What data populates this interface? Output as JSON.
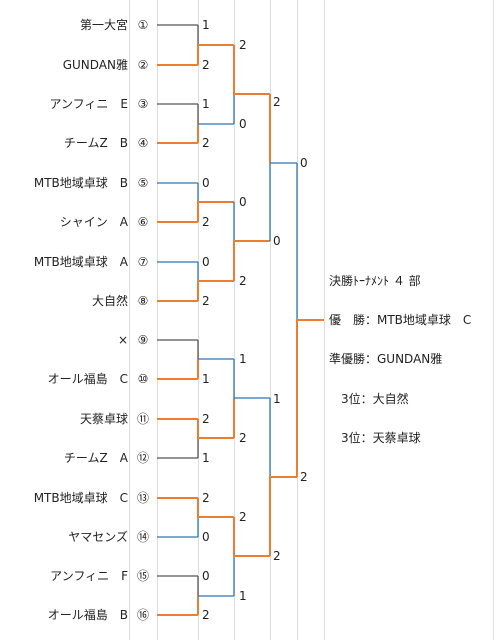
{
  "colors": {
    "win": "#ed7d31",
    "lose": "#2e75b6",
    "neutral": "#555555",
    "grid": "#dddddd"
  },
  "teams": [
    {
      "name": "第一大宮",
      "seed": "①"
    },
    {
      "name": "GUNDAN雅",
      "seed": "②"
    },
    {
      "name": "アンフィニ　E",
      "seed": "③"
    },
    {
      "name": "チームZ　B",
      "seed": "④"
    },
    {
      "name": "MTB地域卓球　B",
      "seed": "⑤"
    },
    {
      "name": "シャイン　A",
      "seed": "⑥"
    },
    {
      "name": "MTB地域卓球　A",
      "seed": "⑦"
    },
    {
      "name": "大自然",
      "seed": "⑧"
    },
    {
      "name": "×",
      "seed": "⑨"
    },
    {
      "name": "オール福島　C",
      "seed": "⑩"
    },
    {
      "name": "天蔡卓球",
      "seed": "⑪"
    },
    {
      "name": "チームZ　A",
      "seed": "⑫"
    },
    {
      "name": "MTB地域卓球　C",
      "seed": "⑬"
    },
    {
      "name": "ヤマセンズ",
      "seed": "⑭"
    },
    {
      "name": "アンフィニ　F",
      "seed": "⑮"
    },
    {
      "name": "オール福島　B",
      "seed": "⑯"
    }
  ],
  "rounds": {
    "r1": [
      "1",
      "2",
      "1",
      "2",
      "0",
      "2",
      "0",
      "2",
      "",
      "1",
      "2",
      "1",
      "2",
      "0",
      "0",
      "2"
    ],
    "r2": [
      "2",
      "0",
      "0",
      "2",
      "1",
      "2",
      "2",
      "1"
    ],
    "r3": [
      "2",
      "0",
      "1",
      "2"
    ],
    "r4": [
      "0",
      "2"
    ]
  },
  "summary": {
    "title": "決勝ﾄｰﾅﾒﾝﾄ ４ 部",
    "champion": "優　勝：MTB地域卓球　C",
    "runner_up": "準優勝：GUNDAN雅",
    "third_1": "3位：大自然",
    "third_2": "3位：天蔡卓球"
  }
}
